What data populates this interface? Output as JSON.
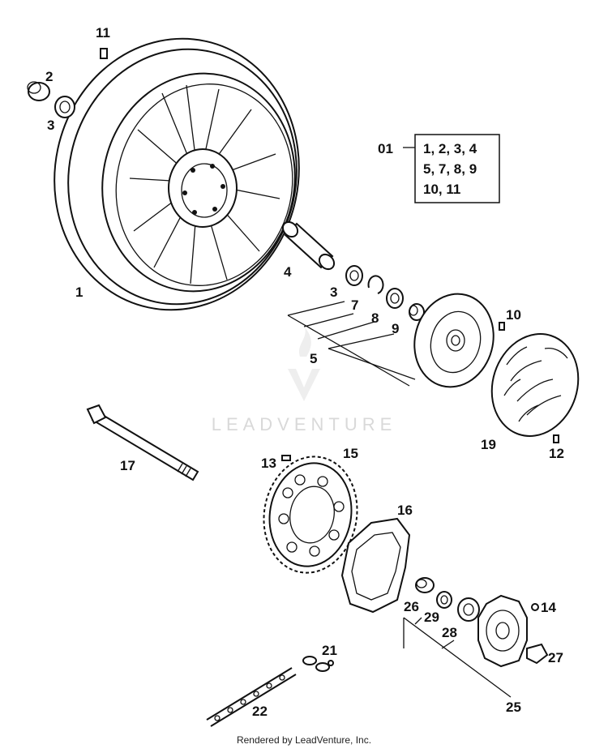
{
  "watermark": {
    "text": "LEADVENTURE"
  },
  "footer": {
    "text": "Rendered by LeadVenture, Inc."
  },
  "kit": {
    "id": "01",
    "lines": [
      "1, 2, 3, 4",
      "5, 7, 8, 9",
      "10, 11"
    ]
  },
  "callouts": {
    "c1": "1",
    "c2": "2",
    "c3a": "3",
    "c3b": "3",
    "c4": "4",
    "c5": "5",
    "c7": "7",
    "c8": "8",
    "c9": "9",
    "c10": "10",
    "c11": "11",
    "c12": "12",
    "c13": "13",
    "c14": "14",
    "c15": "15",
    "c16": "16",
    "c17": "17",
    "c19": "19",
    "c21": "21",
    "c22": "22",
    "c25": "25",
    "c26": "26",
    "c27": "27",
    "c28": "28",
    "c29": "29"
  }
}
